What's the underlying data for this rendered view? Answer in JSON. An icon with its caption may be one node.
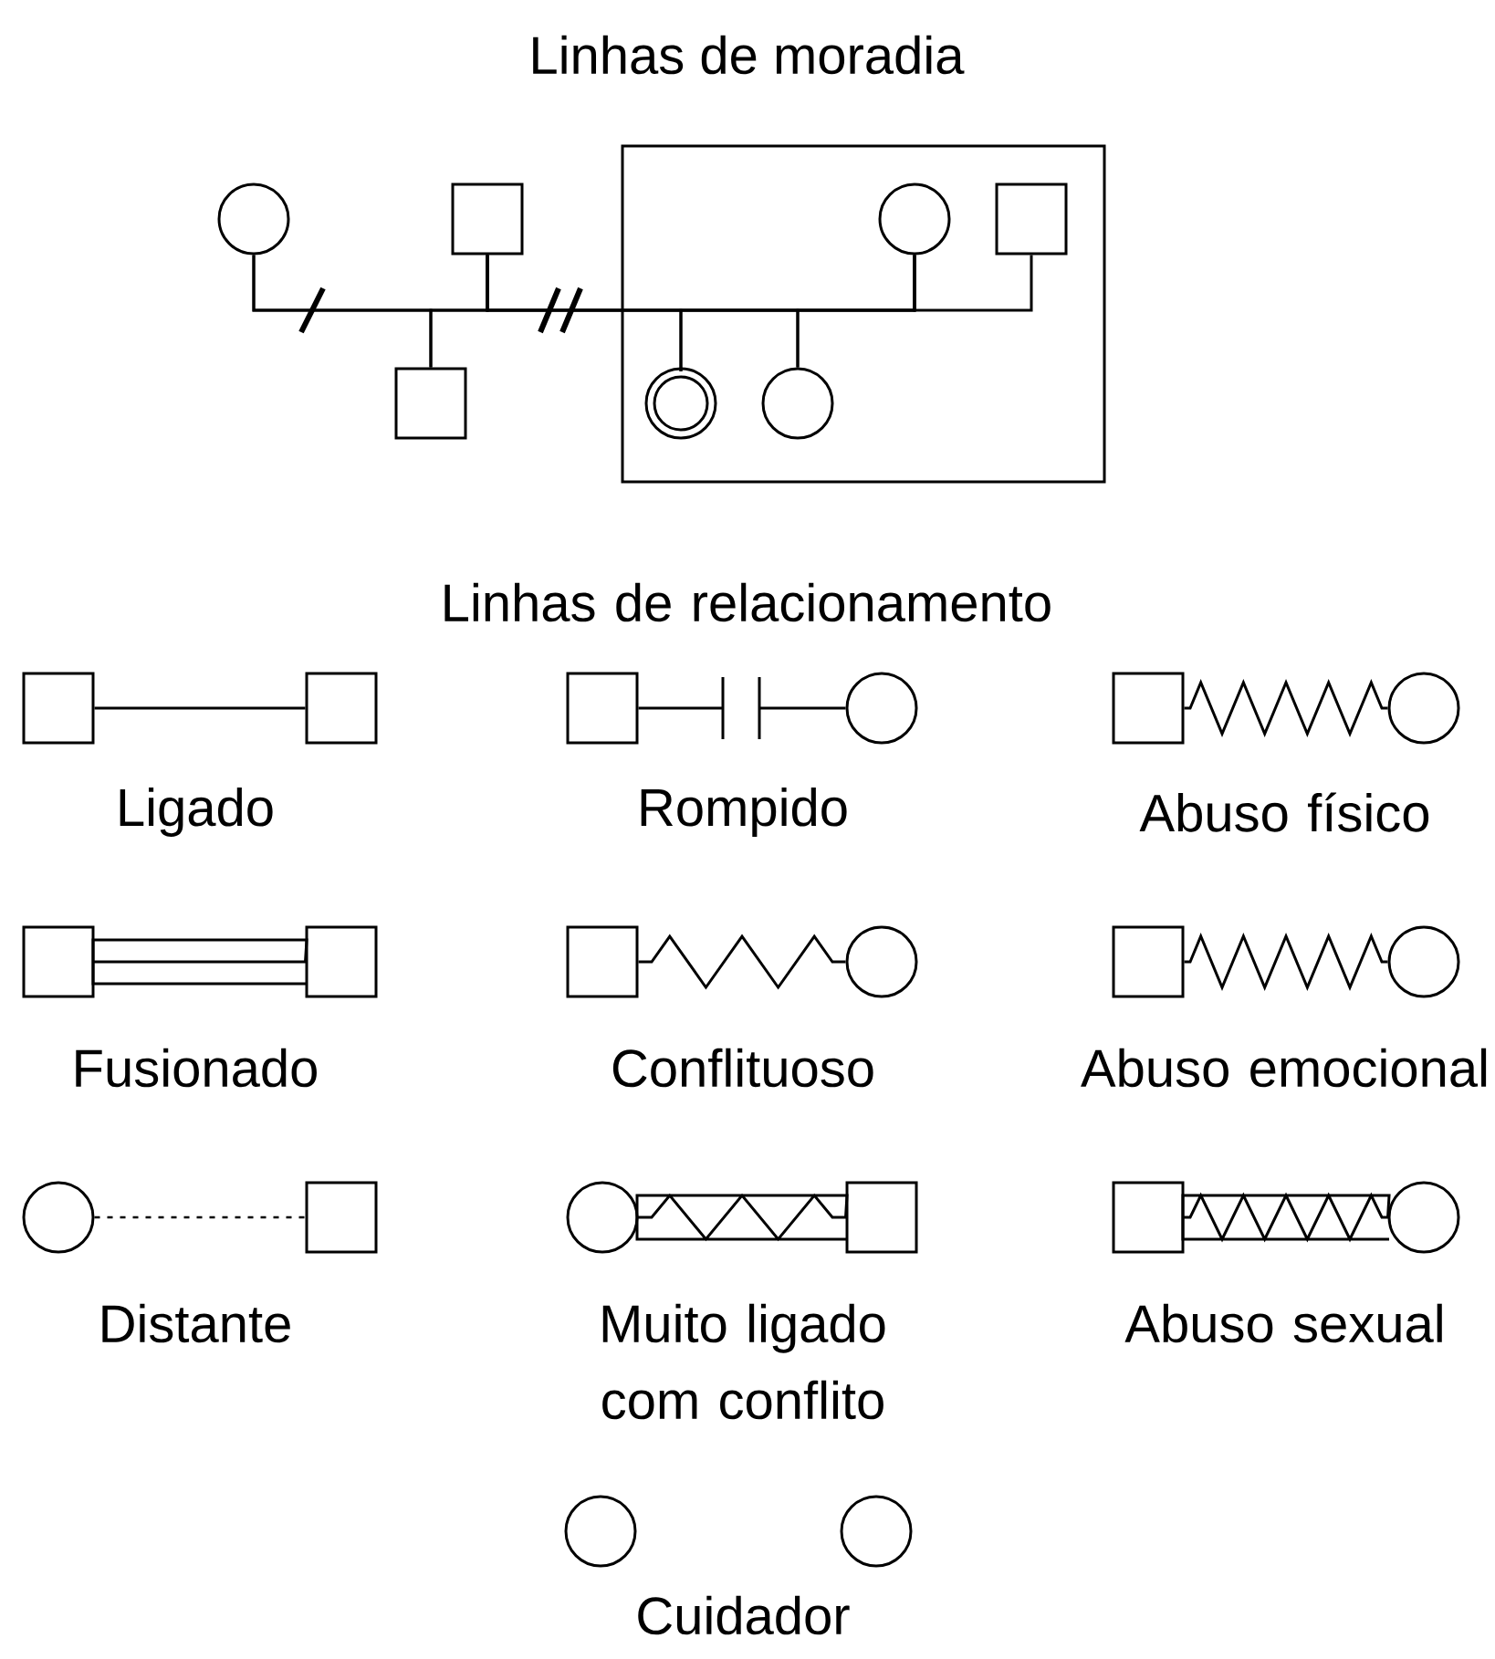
{
  "diagram": {
    "title": "Linhas de moradia",
    "nodes": [
      {
        "text": [],
        "shape": "circle"
      },
      {
        "text": [],
        "shape": "box"
      },
      {
        "text": [],
        "shape": "box"
      },
      {
        "text": [],
        "shape": "box"
      },
      {
        "text": [],
        "shape": "circle",
        "in": 3
      },
      {
        "text": [],
        "shape": "box",
        "in": 3
      },
      {
        "text": [],
        "shape": "double-circle",
        "in": 3
      },
      {
        "text": [],
        "shape": "circle",
        "in": 3
      },
      {
        "text": [],
        "shape": "box"
      },
      {
        "text": [],
        "shape": "box"
      },
      {
        "text": [],
        "shape": "box"
      },
      {
        "text": [],
        "shape": "circle"
      },
      {
        "text": [],
        "shape": "box"
      },
      {
        "text": [],
        "shape": "circle"
      },
      {
        "text": [],
        "shape": "box"
      },
      {
        "text": [],
        "shape": "box"
      },
      {
        "text": [],
        "shape": "box"
      },
      {
        "text": [],
        "shape": "circle"
      },
      {
        "text": [],
        "shape": "box"
      },
      {
        "text": [],
        "shape": "circle"
      },
      {
        "text": [],
        "shape": "circle"
      },
      {
        "text": [],
        "shape": "box"
      },
      {
        "text": [],
        "shape": "circle"
      },
      {
        "text": [],
        "shape": "box"
      },
      {
        "text": [],
        "shape": "box"
      },
      {
        "text": [],
        "shape": "circle"
      },
      {
        "text": [],
        "shape": "circle"
      },
      {
        "text": [],
        "shape": "circle"
      }
    ],
    "edges": [
      {
        "from": 0,
        "to": 1,
        "arrow": "none"
      },
      {
        "from": 0,
        "to": 2,
        "arrow": "none"
      },
      {
        "from": 1,
        "to": 2,
        "arrow": "none"
      },
      {
        "from": 1,
        "to": 4,
        "arrow": "none"
      },
      {
        "from": 1,
        "to": 6,
        "arrow": "none"
      },
      {
        "from": 4,
        "to": 6,
        "arrow": "none"
      },
      {
        "from": 1,
        "to": 7,
        "arrow": "none"
      },
      {
        "from": 4,
        "to": 7,
        "arrow": "none"
      },
      {
        "from": 4,
        "to": 5,
        "arrow": "none"
      },
      {
        "from": 8,
        "to": 9,
        "arrow": "none"
      },
      {
        "from": 10,
        "to": null,
        "arrow": "none"
      },
      {
        "from": 12,
        "to": 13,
        "arrow": "none"
      },
      {
        "from": 14,
        "to": 15,
        "arrow": "none"
      },
      {
        "from": 16,
        "to": 17,
        "arrow": "none"
      },
      {
        "from": 18,
        "to": 19,
        "arrow": "none"
      },
      {
        "from": 20,
        "to": 21,
        "arrow": "none",
        "style": "dashed"
      },
      {
        "from": 22,
        "to": 23,
        "arrow": "none"
      },
      {
        "from": 24,
        "to": 25,
        "arrow": "none"
      },
      {
        "from": 11,
        "to": null,
        "arrow": "none"
      }
    ],
    "labels": [
      "Linhas de relacionamento",
      "Ligado",
      "Rompido",
      "Abuso físico",
      "Fusionado",
      "Conflituoso",
      "Abuso emocional",
      "Distante",
      "Muito ligado com conflito",
      "Abuso sexual",
      "Cuidador"
    ]
  }
}
